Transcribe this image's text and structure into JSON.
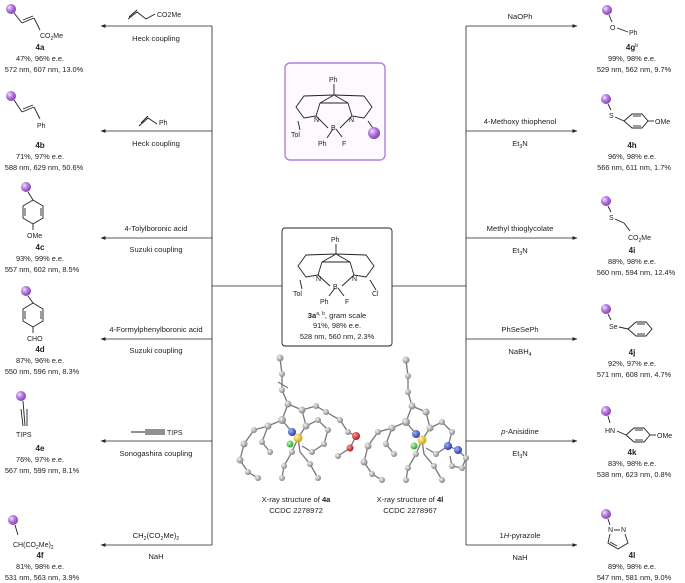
{
  "colors": {
    "accent_purple": "#9b55c9",
    "box_purple": "#b27fd9",
    "bond": "#222222",
    "crystal_blue": "#3a55b8",
    "crystal_green": "#3fbf3f",
    "crystal_yellow": "#e6c31c",
    "crystal_red": "#d42a2a"
  },
  "center": {
    "compound": "3a",
    "superscript": "a, b",
    "scale": ", gram scale",
    "yield": "91%, 98% e.e.",
    "photo": "528 nm, 560 nm, 2.3%",
    "atoms": {
      "ph": "Ph",
      "tol": "Tol",
      "n1": "N",
      "n2": "N",
      "b": "B",
      "f": "F",
      "ph2": "Ph",
      "cl": "Cl"
    }
  },
  "top_core": {
    "atoms": {
      "ph": "Ph",
      "tol": "Tol",
      "n1": "N",
      "n2": "N",
      "b": "B",
      "f": "F",
      "ph2": "Ph"
    }
  },
  "left_reactions": [
    {
      "reagent": "",
      "reagent_atoms": [
        "CO2Me"
      ],
      "condition": "Heck coupling",
      "compound": "4a",
      "yield": "47%, 96% e.e.",
      "photo": "572 nm, 607 nm, 13.0%",
      "product_atoms": [
        "CO2Me"
      ]
    },
    {
      "reagent": "",
      "reagent_atoms": [
        "Ph"
      ],
      "condition": "Heck coupling",
      "compound": "4b",
      "yield": "71%, 97% e.e.",
      "photo": "588 nm, 629 nm, 50.6%",
      "product_atoms": [
        "Ph"
      ]
    },
    {
      "reagent": "4-Tolylboronic acid",
      "condition": "Suzuki coupling",
      "compound": "4c",
      "yield": "93%, 99% e.e.",
      "photo": "557 nm, 602 nm, 8.5%",
      "product_atoms": [
        "OMe"
      ]
    },
    {
      "reagent": "4-Formylphenylboronic acid",
      "condition": "Suzuki coupling",
      "compound": "4d",
      "yield": "87%, 96% e.e.",
      "photo": "550 nm, 596 nm, 8.3%",
      "product_atoms": [
        "CHO"
      ]
    },
    {
      "reagent": "TIPS",
      "condition": "Sonogashira coupling",
      "compound": "4e",
      "yield": "76%, 97% e.e.",
      "photo": "567 nm, 599 nm, 8.1%",
      "product_atoms": [
        "TIPS"
      ]
    },
    {
      "reagent": "CH2(CO2Me)2",
      "condition": "NaH",
      "compound": "4f",
      "yield": "81%, 98% e.e.",
      "photo": "531 nm, 563 nm, 3.9%",
      "product_atoms": [
        "CH(CO2Me)2"
      ]
    }
  ],
  "right_reactions": [
    {
      "reagent": "NaOPh",
      "condition": "",
      "compound": "4g",
      "superscript": "b",
      "yield": "99%, 98% e.e.",
      "photo": "529 nm, 562 nm, 9.7%",
      "product_atoms": [
        "O",
        "Ph"
      ]
    },
    {
      "reagent": "4-Methoxy thiophenol",
      "condition": "Et3N",
      "compound": "4h",
      "yield": "96%, 98% e.e.",
      "photo": "566 nm, 611 nm, 1.7%",
      "product_atoms": [
        "S",
        "OMe"
      ]
    },
    {
      "reagent": "Methyl thioglycolate",
      "condition": "Et3N",
      "compound": "4i",
      "yield": "88%, 98% e.e.",
      "photo": "560 nm, 594 nm, 12.4%",
      "product_atoms": [
        "S",
        "CO2Me"
      ]
    },
    {
      "reagent": "PhSeSePh",
      "condition": "NaBH4",
      "compound": "4j",
      "yield": "92%, 97% e.e.",
      "photo": "571 nm, 608 nm, 4.7%",
      "product_atoms": [
        "Se"
      ]
    },
    {
      "reagent": "p-Anisidine",
      "condition": "Et3N",
      "compound": "4k",
      "yield": "83%, 98% e.e.",
      "photo": "538 nm, 623 nm, 0.8%",
      "product_atoms": [
        "HN",
        "OMe"
      ]
    },
    {
      "reagent": "1H-pyrazole",
      "condition": "NaH",
      "compound": "4l",
      "yield": "89%, 98% e.e.",
      "photo": "547 nm, 581 nm, 9.0%",
      "product_atoms": [
        "N",
        "N"
      ]
    }
  ],
  "xray": [
    {
      "label_prefix": "X-ray structure of ",
      "compound": "4a",
      "ccdc": "CCDC 2278972"
    },
    {
      "label_prefix": "X-ray structure of ",
      "compound": "4l",
      "ccdc": "CCDC 2278967"
    }
  ]
}
